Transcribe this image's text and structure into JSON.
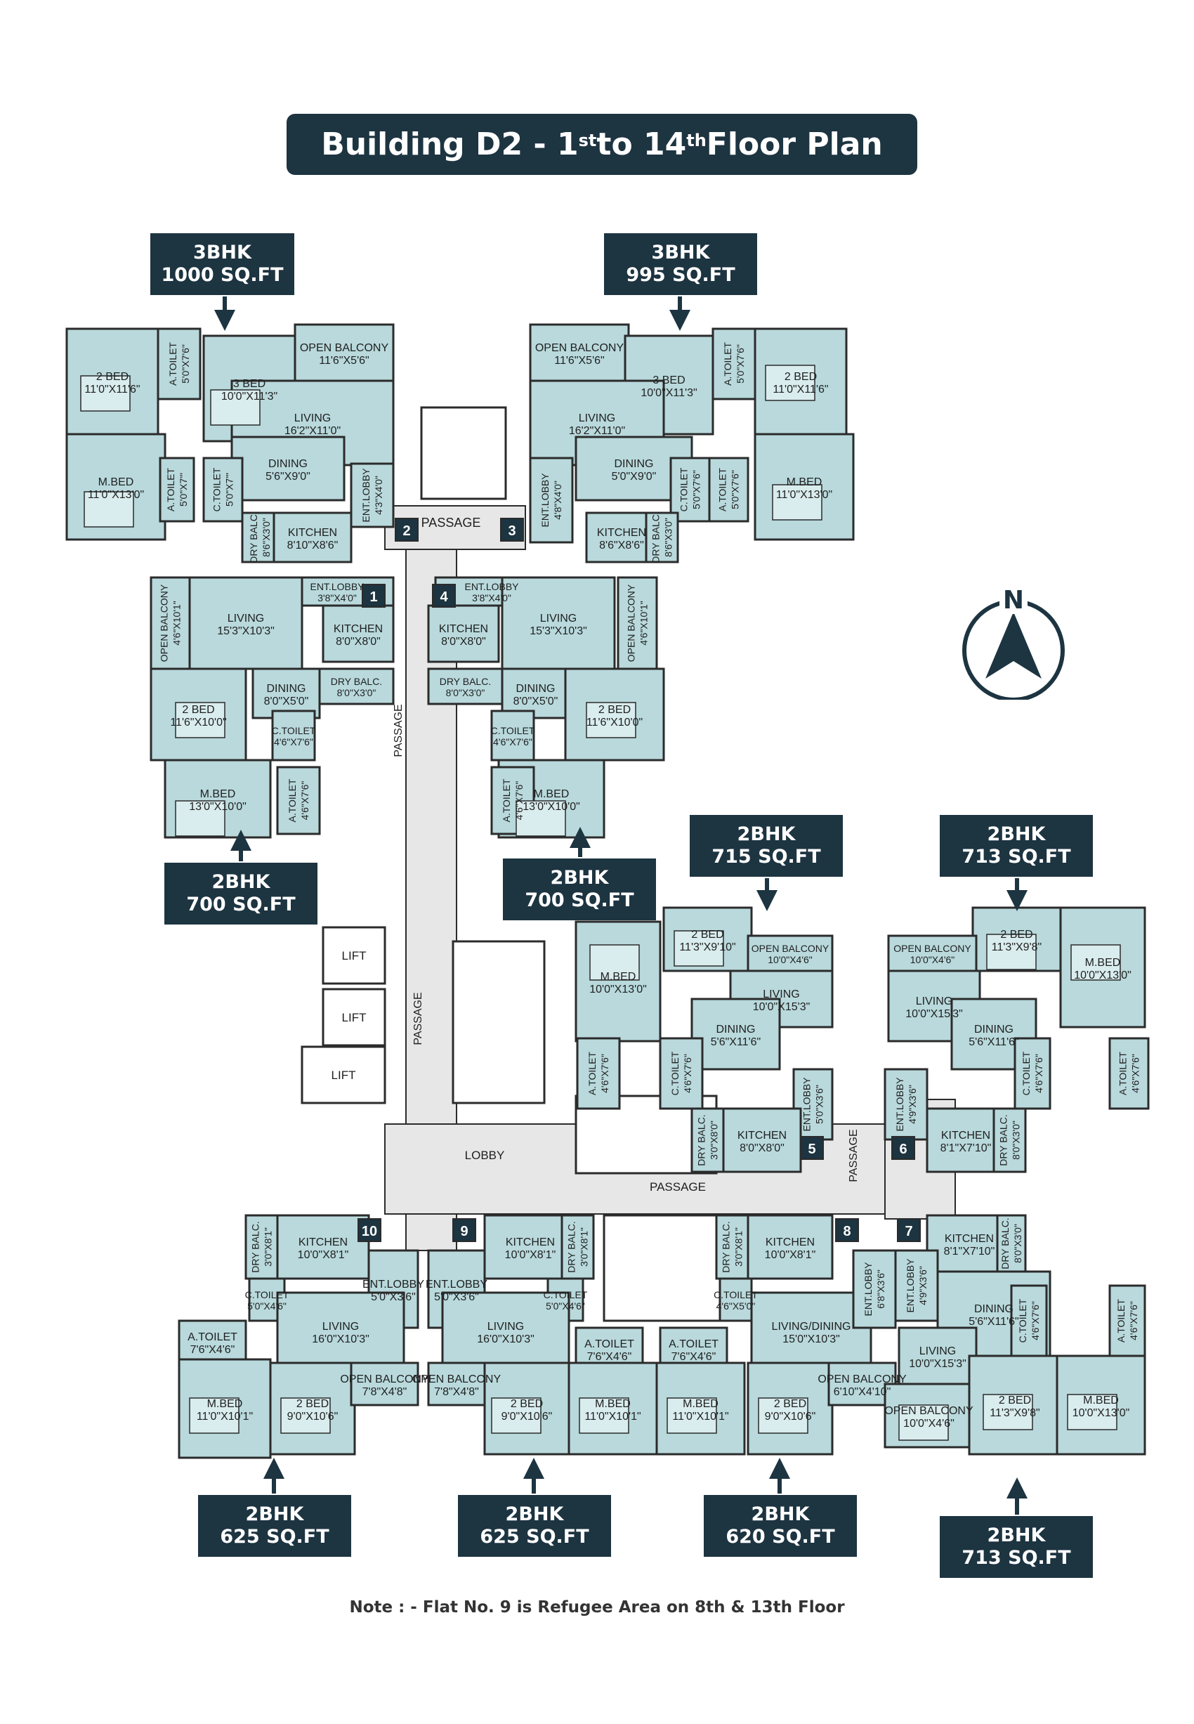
{
  "title": {
    "main": "Building D2 - 1",
    "sup1": "st",
    "mid": " to 14",
    "sup2": "th",
    "end": " Floor Plan"
  },
  "colors": {
    "dark": "#1d3441",
    "room": "#b9d9dc",
    "corridor": "#e7e7e7",
    "wall": "#2b2b2b"
  },
  "callouts": [
    {
      "type": "3BHK",
      "area": "1000 SQ.FT"
    },
    {
      "type": "3BHK",
      "area": "995 SQ.FT"
    },
    {
      "type": "2BHK",
      "area": "700 SQ.FT"
    },
    {
      "type": "2BHK",
      "area": "700 SQ.FT"
    },
    {
      "type": "2BHK",
      "area": "715 SQ.FT"
    },
    {
      "type": "2BHK",
      "area": "713 SQ.FT"
    },
    {
      "type": "2BHK",
      "area": "625 SQ.FT"
    },
    {
      "type": "2BHK",
      "area": "625 SQ.FT"
    },
    {
      "type": "2BHK",
      "area": "620 SQ.FT"
    },
    {
      "type": "2BHK",
      "area": "713 SQ.FT"
    }
  ],
  "flat_numbers": [
    "1",
    "2",
    "3",
    "4",
    "5",
    "6",
    "7",
    "8",
    "9",
    "10"
  ],
  "common": {
    "passage": "PASSAGE",
    "lobby": "LOBBY",
    "lift": "LIFT"
  },
  "rooms": [
    {
      "name": "2 BED",
      "dim": "11'0\"X11'6\""
    },
    {
      "name": "A.TOILET",
      "dim": "5'0\"X7'6\""
    },
    {
      "name": "3 BED",
      "dim": "10'0\"X11'3\""
    },
    {
      "name": "OPEN BALCONY",
      "dim": "11'6\"X5'6\""
    },
    {
      "name": "LIVING",
      "dim": "16'2\"X11'0\""
    },
    {
      "name": "DINING",
      "dim": "5'6\"X9'0\""
    },
    {
      "name": "M.BED",
      "dim": "11'0\"X13'0\""
    },
    {
      "name": "A.TOILET",
      "dim": "5'0\"X7'\""
    },
    {
      "name": "C.TOILET",
      "dim": "5'0\"X7'\""
    },
    {
      "name": "ENT.LOBBY",
      "dim": "4'3\"X4'0\""
    },
    {
      "name": "DRY BALC.",
      "dim": "8'6\"X3'0\""
    },
    {
      "name": "KITCHEN",
      "dim": "8'10\"X8'6\""
    },
    {
      "name": "OPEN BALCONY",
      "dim": "11'6\"X5'6\""
    },
    {
      "name": "3 BED",
      "dim": "10'0\"X11'3\""
    },
    {
      "name": "A.TOILET",
      "dim": "5'0\"X7'6\""
    },
    {
      "name": "2 BED",
      "dim": "11'0\"X11'6\""
    },
    {
      "name": "LIVING",
      "dim": "16'2\"X11'0\""
    },
    {
      "name": "DINING",
      "dim": "5'0\"X9'0\""
    },
    {
      "name": "ENT.LOBBY",
      "dim": "4'8\"X4'0\""
    },
    {
      "name": "C.TOILET",
      "dim": "5'0\"X7'6\""
    },
    {
      "name": "A.TOILET",
      "dim": "5'0\"X7'6\""
    },
    {
      "name": "M.BED",
      "dim": "11'0\"X13'0\""
    },
    {
      "name": "KITCHEN",
      "dim": "8'6\"X8'6\""
    },
    {
      "name": "DRY BALC.",
      "dim": "8'6\"X3'0\""
    },
    {
      "name": "ENT.LOBBY",
      "dim": "3'8\"X4'0\""
    },
    {
      "name": "OPEN BALCONY",
      "dim": "4'6\"X10'1\""
    },
    {
      "name": "LIVING",
      "dim": "15'3\"X10'3\""
    },
    {
      "name": "KITCHEN",
      "dim": "8'0\"X8'0\""
    },
    {
      "name": "DINING",
      "dim": "8'0\"X5'0\""
    },
    {
      "name": "DRY BALC.",
      "dim": "8'0\"X3'0\""
    },
    {
      "name": "2 BED",
      "dim": "11'6\"X10'0\""
    },
    {
      "name": "C.TOILET",
      "dim": "4'6\"X7'6\""
    },
    {
      "name": "M.BED",
      "dim": "13'0\"X10'0\""
    },
    {
      "name": "A.TOILET",
      "dim": "4'6\"X7'6\""
    },
    {
      "name": "ENT.LOBBY",
      "dim": "3'8\"X4'0\""
    },
    {
      "name": "KITCHEN",
      "dim": "8'0\"X8'0\""
    },
    {
      "name": "LIVING",
      "dim": "15'3\"X10'3\""
    },
    {
      "name": "OPEN BALCONY",
      "dim": "4'6\"X10'1\""
    },
    {
      "name": "DRY BALC.",
      "dim": "8'0\"X3'0\""
    },
    {
      "name": "DINING",
      "dim": "8'0\"X5'0\""
    },
    {
      "name": "2 BED",
      "dim": "11'6\"X10'0\""
    },
    {
      "name": "C.TOILET",
      "dim": "4'6\"X7'6\""
    },
    {
      "name": "M.BED",
      "dim": "13'0\"X10'0\""
    },
    {
      "name": "A.TOILET",
      "dim": "4'6\"X7'6\""
    },
    {
      "name": "2 BED",
      "dim": "11'3\"X9'10\""
    },
    {
      "name": "M.BED",
      "dim": "10'0\"X13'0\""
    },
    {
      "name": "OPEN BALCONY",
      "dim": "10'0\"X4'6\""
    },
    {
      "name": "LIVING",
      "dim": "10'0\"X15'3\""
    },
    {
      "name": "DINING",
      "dim": "5'6\"X11'6\""
    },
    {
      "name": "A.TOILET",
      "dim": "4'6\"X7'6\""
    },
    {
      "name": "C.TOILET",
      "dim": "4'6\"X7'6\""
    },
    {
      "name": "ENT.LOBBY",
      "dim": "5'0\"X3'6\""
    },
    {
      "name": "DRY BALC.",
      "dim": "3'0\"X8'0\""
    },
    {
      "name": "KITCHEN",
      "dim": "8'0\"X8'0\""
    },
    {
      "name": "2 BED",
      "dim": "11'3\"X9'8\""
    },
    {
      "name": "OPEN BALCONY",
      "dim": "10'0\"X4'6\""
    },
    {
      "name": "M.BED",
      "dim": "10'0\"X13'0\""
    },
    {
      "name": "LIVING",
      "dim": "10'0\"X15'3\""
    },
    {
      "name": "DINING",
      "dim": "5'6\"X11'6\""
    },
    {
      "name": "C.TOILET",
      "dim": "4'6\"X7'6\""
    },
    {
      "name": "A.TOILET",
      "dim": "4'6\"X7'6\""
    },
    {
      "name": "ENT.LOBBY",
      "dim": "4'9\"X3'6\""
    },
    {
      "name": "KITCHEN",
      "dim": "8'1\"X7'10\""
    },
    {
      "name": "DRY BALC.",
      "dim": "8'0\"X3'0\""
    },
    {
      "name": "KITCHEN",
      "dim": "10'0\"X8'1\""
    },
    {
      "name": "DRY BALC.",
      "dim": "3'0\"X8'1\""
    },
    {
      "name": "ENT.LOBBY",
      "dim": "5'0\"X3'6\""
    },
    {
      "name": "C.TOILET",
      "dim": "5'0\"X4'6\""
    },
    {
      "name": "LIVING",
      "dim": "16'0\"X10'3\""
    },
    {
      "name": "A.TOILET",
      "dim": "7'6\"X4'6\""
    },
    {
      "name": "M.BED",
      "dim": "11'0\"X10'1\""
    },
    {
      "name": "2 BED",
      "dim": "9'0\"X10'6\""
    },
    {
      "name": "OPEN BALCONY",
      "dim": "7'8\"X4'8\""
    },
    {
      "name": "KITCHEN",
      "dim": "10'0\"X8'1\""
    },
    {
      "name": "DRY BALC.",
      "dim": "3'0\"X8'1\""
    },
    {
      "name": "ENT.LOBBY",
      "dim": "5'0\"X3'6\""
    },
    {
      "name": "C.TOILET",
      "dim": "5'0\"X4'6\""
    },
    {
      "name": "LIVING",
      "dim": "16'0\"X10'3\""
    },
    {
      "name": "OPEN BALCONY",
      "dim": "7'8\"X4'8\""
    },
    {
      "name": "2 BED",
      "dim": "9'0\"X10'6\""
    },
    {
      "name": "A.TOILET",
      "dim": "7'6\"X4'6\""
    },
    {
      "name": "M.BED",
      "dim": "11'0\"X10'1\""
    },
    {
      "name": "A.TOILET",
      "dim": "7'6\"X4'6\""
    },
    {
      "name": "M.BED",
      "dim": "11'0\"X10'1\""
    },
    {
      "name": "DRY BALC.",
      "dim": "3'0\"X8'1\""
    },
    {
      "name": "KITCHEN",
      "dim": "10'0\"X8'1\""
    },
    {
      "name": "C.TOILET",
      "dim": "4'6\"X5'0\""
    },
    {
      "name": "LIVING/DINING",
      "dim": "15'0\"X10'3\""
    },
    {
      "name": "ENT.LOBBY",
      "dim": "6'8\"X3'6\""
    },
    {
      "name": "2 BED",
      "dim": "9'0\"X10'6\""
    },
    {
      "name": "OPEN BALCONY",
      "dim": "6'10\"X4'10\""
    },
    {
      "name": "KITCHEN",
      "dim": "8'1\"X7'10\""
    },
    {
      "name": "DRY BALC.",
      "dim": "8'0\"X3'0\""
    },
    {
      "name": "ENT.LOBBY",
      "dim": "4'9\"X3'6\""
    },
    {
      "name": "DINING",
      "dim": "5'6\"X11'6\""
    },
    {
      "name": "C.TOILET",
      "dim": "4'6\"X7'6\""
    },
    {
      "name": "A.TOILET",
      "dim": "4'6\"X7'6\""
    },
    {
      "name": "LIVING",
      "dim": "10'0\"X15'3\""
    },
    {
      "name": "OPEN BALCONY",
      "dim": "10'0\"X4'6\""
    },
    {
      "name": "2 BED",
      "dim": "11'3\"X9'8\""
    },
    {
      "name": "M.BED",
      "dim": "10'0\"X13'0\""
    }
  ],
  "compass": {
    "label": "N"
  },
  "note": "Note : - Flat No. 9 is Refugee Area on 8th & 13th Floor"
}
